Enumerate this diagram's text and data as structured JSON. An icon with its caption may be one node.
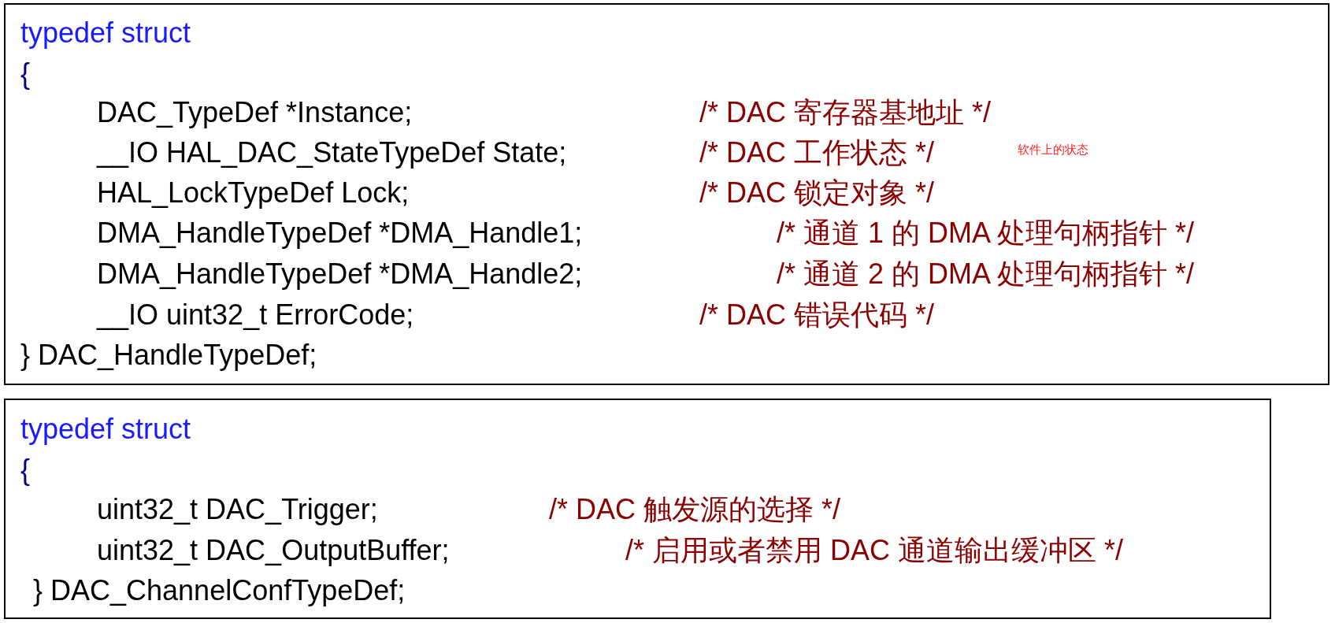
{
  "diagram": {
    "nodes": [
      {
        "text": [
          "typedef struct",
          "{",
          "DAC_TypeDef *Instance;",
          "/* DAC 寄存器基地址 */",
          "__IO HAL_DAC_StateTypeDef State;",
          "/* DAC 工作状态 */",
          "HAL_LockTypeDef Lock;",
          "/* DAC 锁定对象 */",
          "DMA_HandleTypeDef *DMA_Handle1;",
          "/* 通道 1 的 DMA 处理句柄指针 */",
          "DMA_HandleTypeDef *DMA_Handle2;",
          "/* 通道 2 的 DMA 处理句柄指针 */",
          "__IO uint32_t ErrorCode;",
          "/* DAC 错误代码 */",
          "} DAC_HandleTypeDef;"
        ]
      },
      {
        "text": [
          "typedef struct",
          "{",
          "uint32_t DAC_Trigger;",
          "/* DAC 触发源的选择 */",
          "uint32_t DAC_OutputBuffer;",
          "/* 启用或者禁用 DAC 通道输出缓冲区 */",
          "} DAC_ChannelConfTypeDef;"
        ]
      }
    ],
    "labels": [
      "软件上的状态"
    ]
  }
}
